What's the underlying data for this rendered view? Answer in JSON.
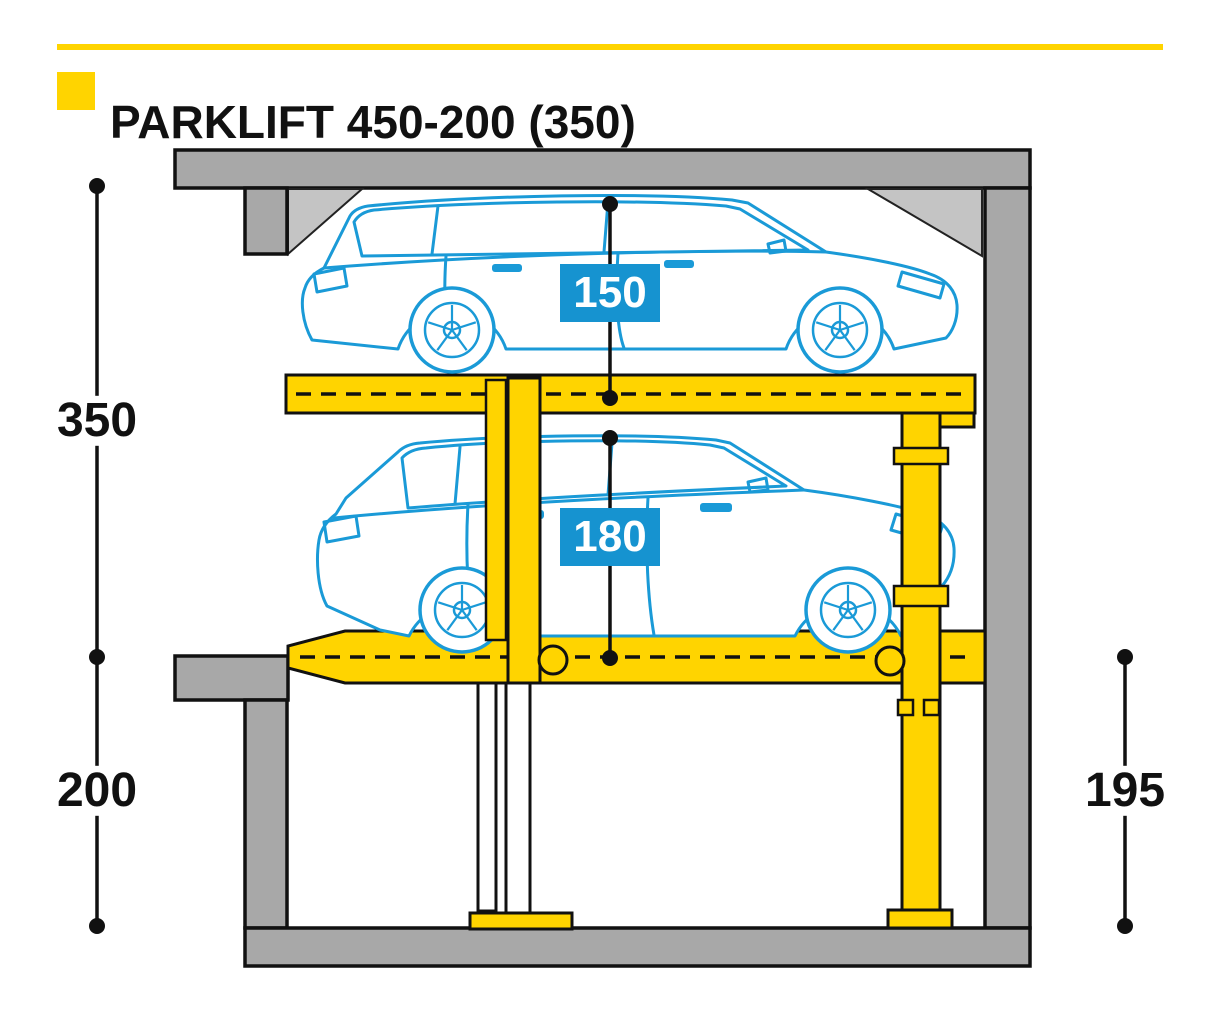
{
  "header": {
    "title": "PARKLIFT 450-200 (350)"
  },
  "diagram": {
    "dim_left_upper": "350",
    "dim_left_lower": "200",
    "dim_right": "195",
    "badge_upper": "150",
    "badge_lower": "180"
  },
  "colors": {
    "accent_yellow": "#FFD400",
    "structure_gray": "#A8A8A8",
    "gusset_gray": "#C4C4C4",
    "car_blue": "#1A9AD7",
    "badge_blue": "#1693D0",
    "line_black": "#111111"
  }
}
